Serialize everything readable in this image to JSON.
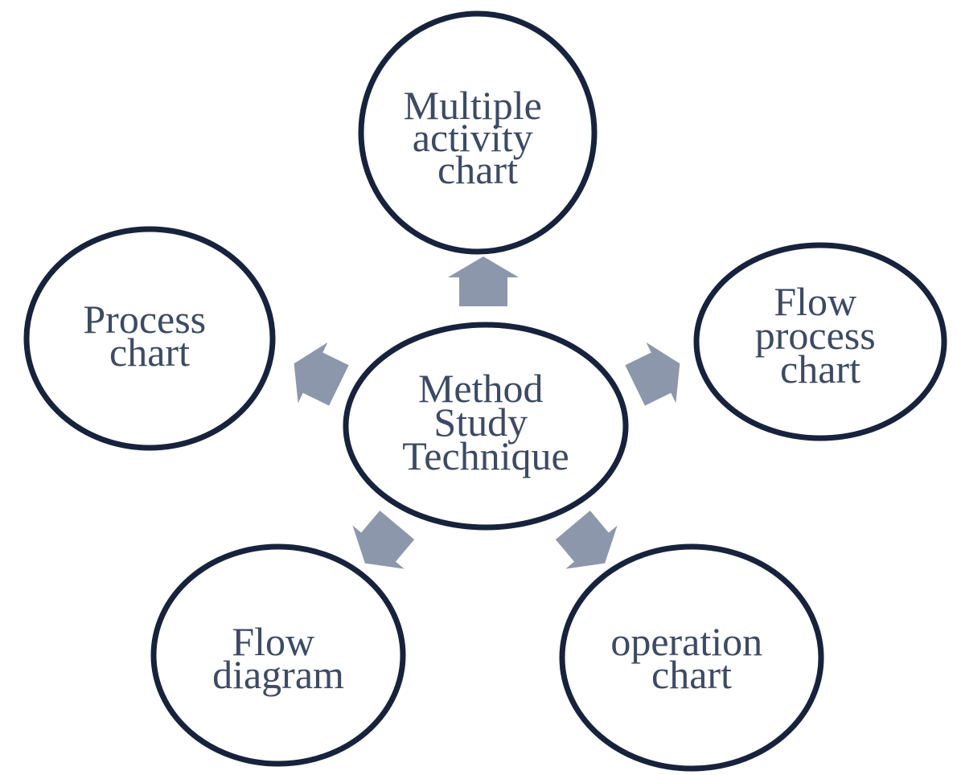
{
  "diagram": {
    "colors": {
      "node_stroke": "#17233d",
      "node_fill": "#ffffff",
      "text": "#3d4a64",
      "arrow": "#8d97ac"
    },
    "center": {
      "lines": [
        "Method",
        "Study",
        "Technique"
      ]
    },
    "nodes": {
      "top": {
        "lines": [
          "Multiple",
          "activity",
          "chart"
        ]
      },
      "left": {
        "lines": [
          "Process",
          "chart"
        ]
      },
      "right": {
        "lines": [
          "Flow",
          "process",
          "chart"
        ]
      },
      "bottom_left": {
        "lines": [
          "Flow",
          "diagram"
        ]
      },
      "bottom_right": {
        "lines": [
          "operation",
          "chart"
        ]
      }
    }
  }
}
